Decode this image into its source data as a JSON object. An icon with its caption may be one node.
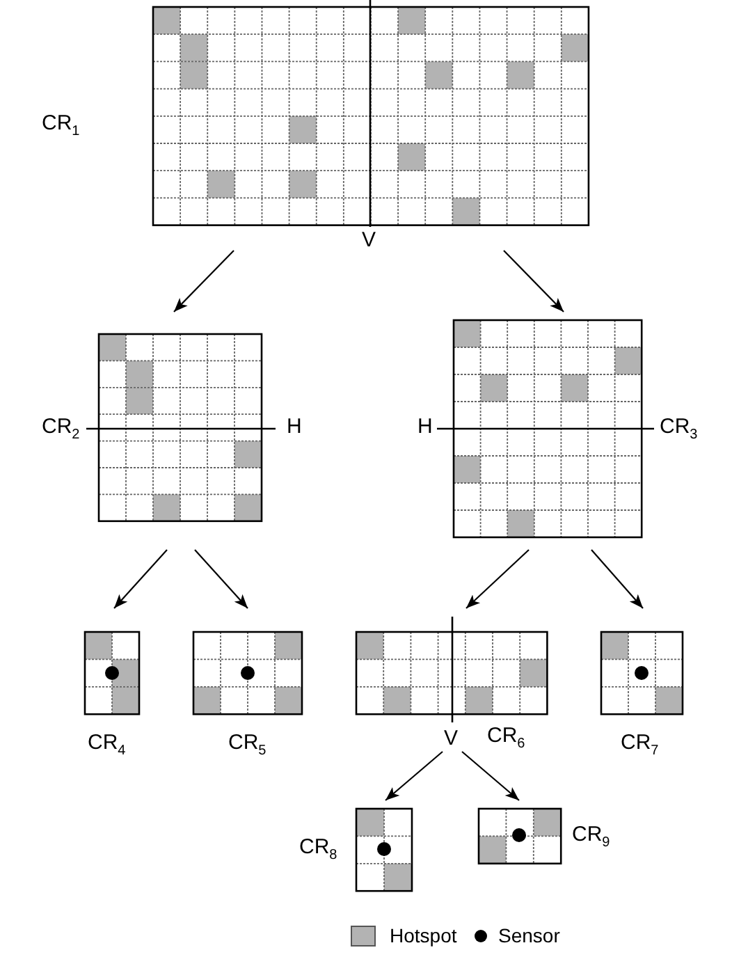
{
  "diagram": {
    "nodes": [
      {
        "text": [
          "CR$_{1}$"
        ]
      },
      {
        "text": [
          "CR$_{2}$"
        ]
      },
      {
        "text": [
          "CR$_{3}$"
        ]
      },
      {
        "text": [
          "CR$_{4}$"
        ]
      },
      {
        "text": [
          "CR$_{5}$"
        ]
      },
      {
        "text": [
          "CR$_{6}$"
        ]
      },
      {
        "text": [
          "CR$_{7}$"
        ]
      },
      {
        "text": [
          "CR$_{8}$"
        ]
      },
      {
        "text": [
          "CR$_{9}$"
        ]
      }
    ],
    "edges": [
      {
        "from": 0,
        "to": 1,
        "arrow": "to"
      },
      {
        "from": 0,
        "to": 2,
        "arrow": "to"
      },
      {
        "from": 1,
        "to": 3,
        "arrow": "to"
      },
      {
        "from": 1,
        "to": 4,
        "arrow": "to"
      },
      {
        "from": 2,
        "to": 5,
        "arrow": "to"
      },
      {
        "from": 2,
        "to": 6,
        "arrow": "to"
      },
      {
        "from": 5,
        "to": 7,
        "arrow": "to"
      },
      {
        "from": 5,
        "to": 8,
        "arrow": "to"
      }
    ],
    "labels": [
      "V",
      "H",
      "H",
      "V"
    ],
    "legend": [
      {
        "text": "Hotspot",
        "color": "#b3b3b3"
      },
      {
        "text": "Sensor"
      }
    ]
  }
}
